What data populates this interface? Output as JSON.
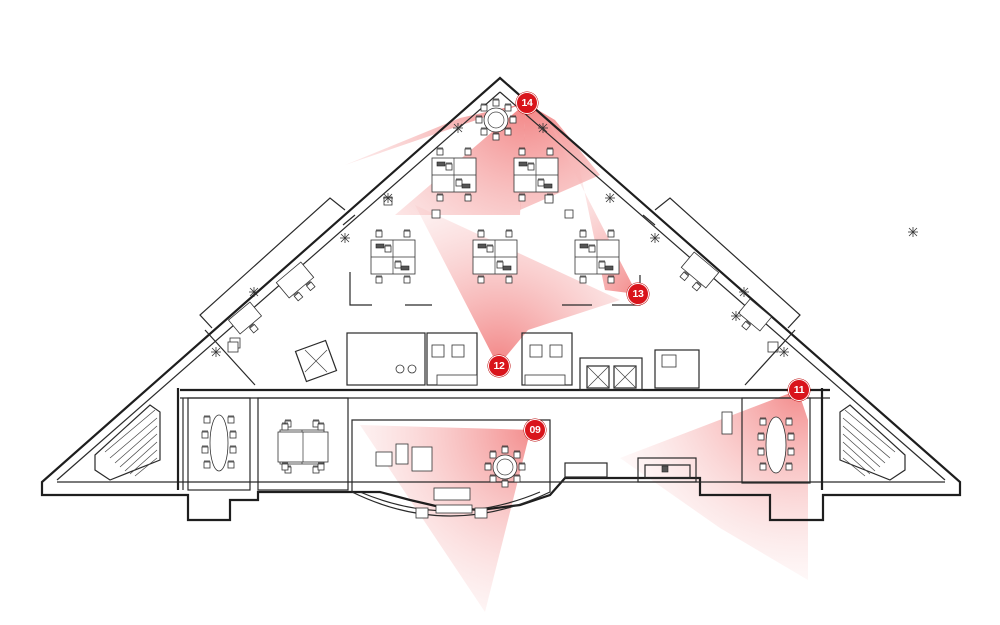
{
  "colors": {
    "accent": "#d9141b",
    "fov_fill": "#f07a7a",
    "wall": "#2a2a2a",
    "background": "#ffffff"
  },
  "cameras": [
    {
      "id": "cam-14",
      "label": "14"
    },
    {
      "id": "cam-13",
      "label": "13"
    },
    {
      "id": "cam-12",
      "label": "12"
    },
    {
      "id": "cam-11",
      "label": "11"
    },
    {
      "id": "cam-09",
      "label": "09"
    }
  ]
}
